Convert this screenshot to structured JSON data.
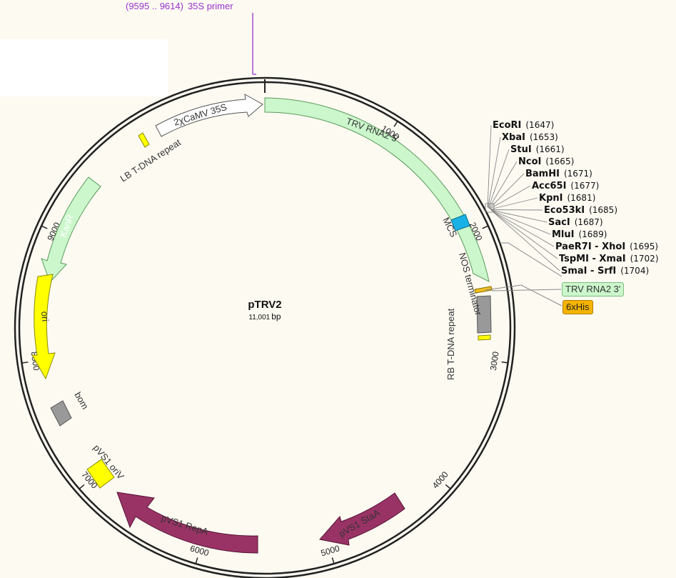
{
  "map": {
    "name": "pTRV2",
    "length_value": "11,001",
    "length_unit": "bp"
  },
  "primer": {
    "range": "(9595 .. 9614)",
    "name": "35S primer"
  },
  "ticks": [
    "1000",
    "2000",
    "3000",
    "4000",
    "5000",
    "6000",
    "7000",
    "8000",
    "9000"
  ],
  "features": {
    "cmv": "2χCaMV 35S",
    "lb": "LB T-DNA repeat",
    "trv5": "TRV RNA2  5'",
    "mcs": "MCS",
    "nos": "NOS terminator",
    "rb": "RB T-DNA repeat",
    "kanr": "KanR",
    "ori": "ori",
    "bom": "bom",
    "oriv": "pVS1 oriV",
    "repa": "pVS1 RepA",
    "staa": "pVS1 StaA",
    "trv3": "TRV RNA2 3'",
    "his": "6xHis"
  },
  "enzymes": [
    {
      "name": "EcoRI",
      "pos": "(1647)"
    },
    {
      "name": "XbaI",
      "pos": "(1653)"
    },
    {
      "name": "StuI",
      "pos": "(1661)"
    },
    {
      "name": "NcoI",
      "pos": "(1665)"
    },
    {
      "name": "BamHI",
      "pos": "(1671)"
    },
    {
      "name": "Acc65I",
      "pos": "(1677)"
    },
    {
      "name": "KpnI",
      "pos": "(1681)"
    },
    {
      "name": "Eco53kI",
      "pos": "(1685)"
    },
    {
      "name": "SacI",
      "pos": "(1687)"
    },
    {
      "name": "MluI",
      "pos": "(1689)"
    },
    {
      "name": "PaeR7I - XhoI",
      "pos": "(1695)"
    },
    {
      "name": "TspMI - XmaI",
      "pos": "(1702)"
    },
    {
      "name": "SmaI - SrfI",
      "pos": "(1704)"
    }
  ],
  "colors": {
    "backbone": "#222222",
    "trv": "#ccf7cc",
    "kanr": "#ccf7cc",
    "ori": "#ffff00",
    "bom": "#999999",
    "repa": "#993366",
    "mcs": "#1ab2e6",
    "primer": "#9933cc",
    "his": "#f5b400"
  }
}
